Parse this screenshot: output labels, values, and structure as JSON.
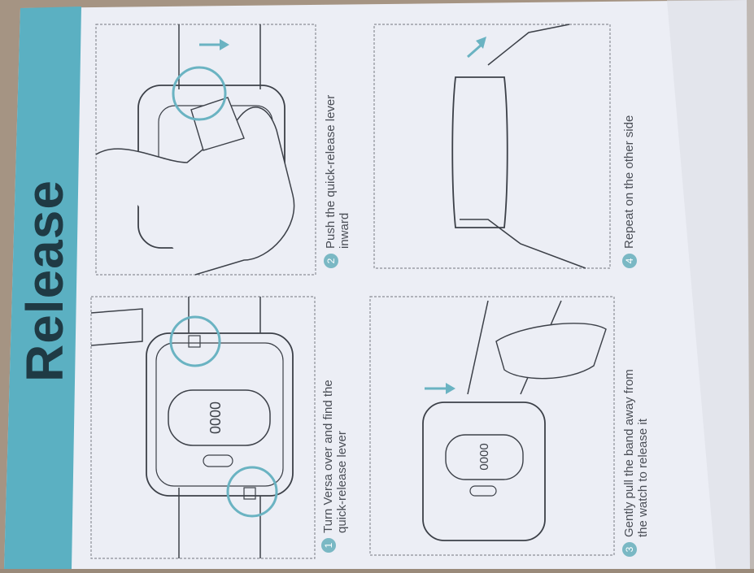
{
  "title": "Release",
  "steps": [
    {
      "number": "1",
      "line1": "Turn Versa over and find the",
      "line2": "quick-release lever"
    },
    {
      "number": "2",
      "line1": "Push the quick-release lever",
      "line2": "inward"
    },
    {
      "number": "3",
      "line1": "Gently pull the band away from",
      "line2": "the watch to release it"
    },
    {
      "number": "4",
      "line1": "Repeat on the other side",
      "line2": ""
    }
  ],
  "watch_buttons_text": "0000",
  "colors": {
    "accent": "#6ab3c2",
    "teal_strip": "#4aa9bd",
    "paper": "#eef0f6",
    "line": "#3c4048"
  }
}
